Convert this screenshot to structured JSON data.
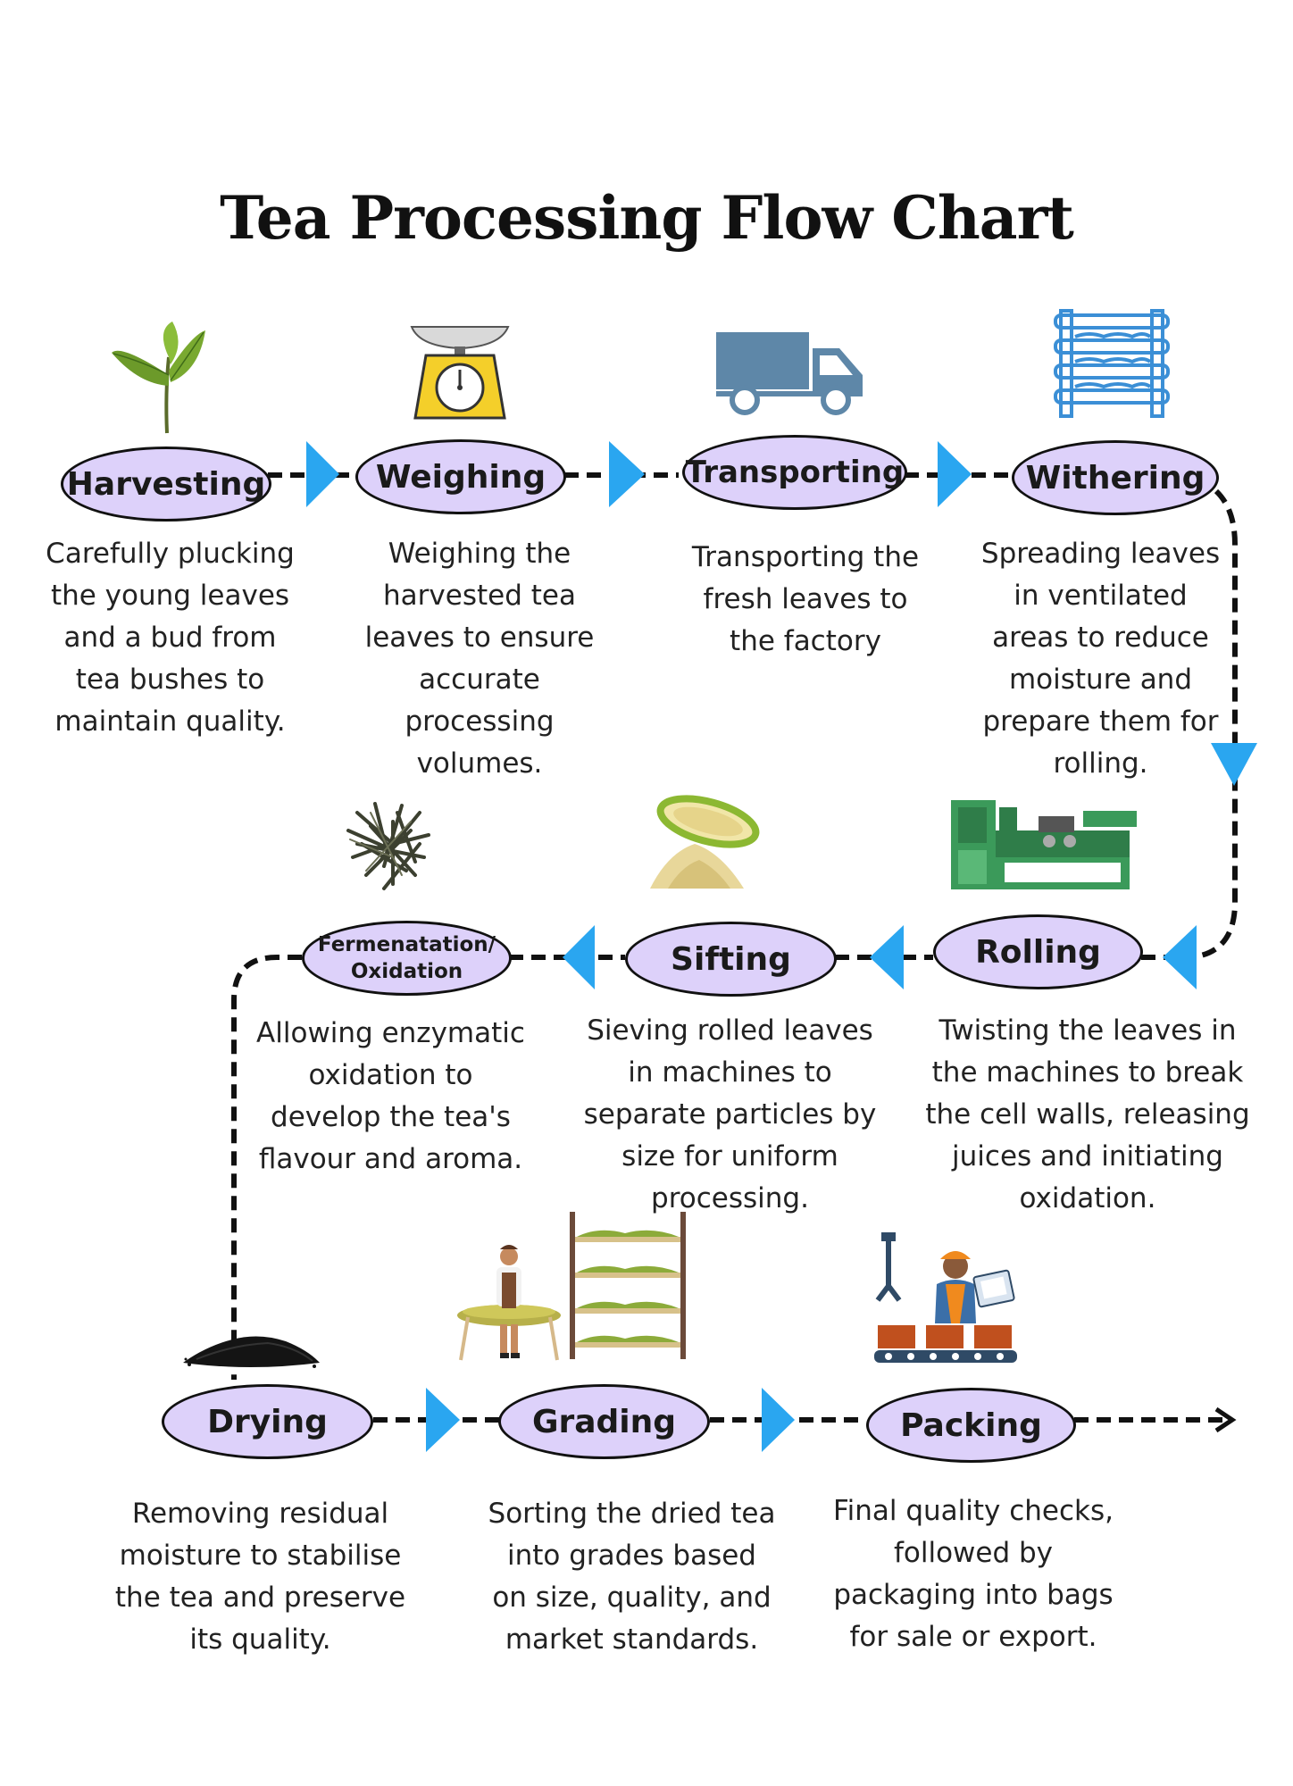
{
  "title": "Tea Processing Flow Chart",
  "steps": [
    {
      "label": "Harvesting",
      "description": "Carefully plucking the young leaves and a bud from tea bushes to maintain quality.",
      "icon": "tea-plant-icon"
    },
    {
      "label": "Weighing",
      "description": "Weighing the harvested tea leaves to ensure accurate processing volumes.",
      "icon": "scale-icon"
    },
    {
      "label": "Transporting",
      "description": "Transporting the fresh leaves to the factory",
      "icon": "truck-icon"
    },
    {
      "label": "Withering",
      "description": "Spreading leaves in ventilated areas to reduce moisture and prepare them for rolling.",
      "icon": "withering-rack-icon"
    },
    {
      "label": "Rolling",
      "description": "Twisting the leaves in the machines to break the cell walls, releasing juices and initiating oxidation.",
      "icon": "rolling-machine-icon"
    },
    {
      "label": "Sifting",
      "description": "Sieving rolled leaves in machines to separate particles by size for uniform processing.",
      "icon": "sieve-icon"
    },
    {
      "label": "Fermenatation/\nOxidation",
      "description": "Allowing enzymatic oxidation to develop the tea's flavour and aroma.",
      "icon": "oxidized-leaves-icon"
    },
    {
      "label": "Drying",
      "description": "Removing residual moisture to stabilise the tea and preserve its quality.",
      "icon": "dried-tea-pile-icon"
    },
    {
      "label": "Grading",
      "description": "Sorting the dried tea into grades based on size, quality, and market standards.",
      "icon": "grading-worker-icon"
    },
    {
      "label": "Packing",
      "description": "Final quality checks, followed by packaging into bags for sale or export.",
      "icon": "packing-worker-icon"
    }
  ],
  "colors": {
    "pill_fill": "#ddd1fa",
    "arrow": "#2aa6f0",
    "text": "#111111"
  }
}
